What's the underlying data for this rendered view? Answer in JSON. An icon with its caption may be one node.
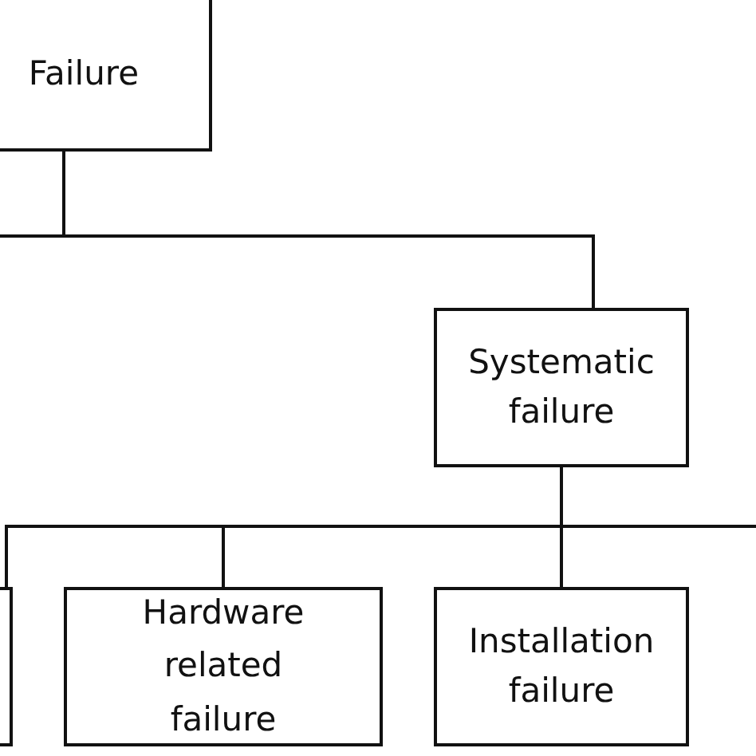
{
  "diagram": {
    "nodes": [
      {
        "text": [
          "Failure"
        ]
      },
      {
        "text": [
          "Systematic failure"
        ]
      },
      {
        "text": [],
        "shape": "box"
      },
      {
        "text": [
          "Hardware related failure"
        ]
      },
      {
        "text": [
          "Installation failure"
        ]
      }
    ],
    "edges": [
      {
        "from": 0,
        "to": 1,
        "arrow": "none"
      },
      {
        "from": 0,
        "to": null,
        "arrow": "none"
      },
      {
        "from": 1,
        "to": 2,
        "arrow": "none"
      },
      {
        "from": 1,
        "to": 3,
        "arrow": "none"
      },
      {
        "from": 1,
        "to": 4,
        "arrow": "none"
      },
      {
        "from": 1,
        "to": null,
        "arrow": "none"
      }
    ]
  }
}
